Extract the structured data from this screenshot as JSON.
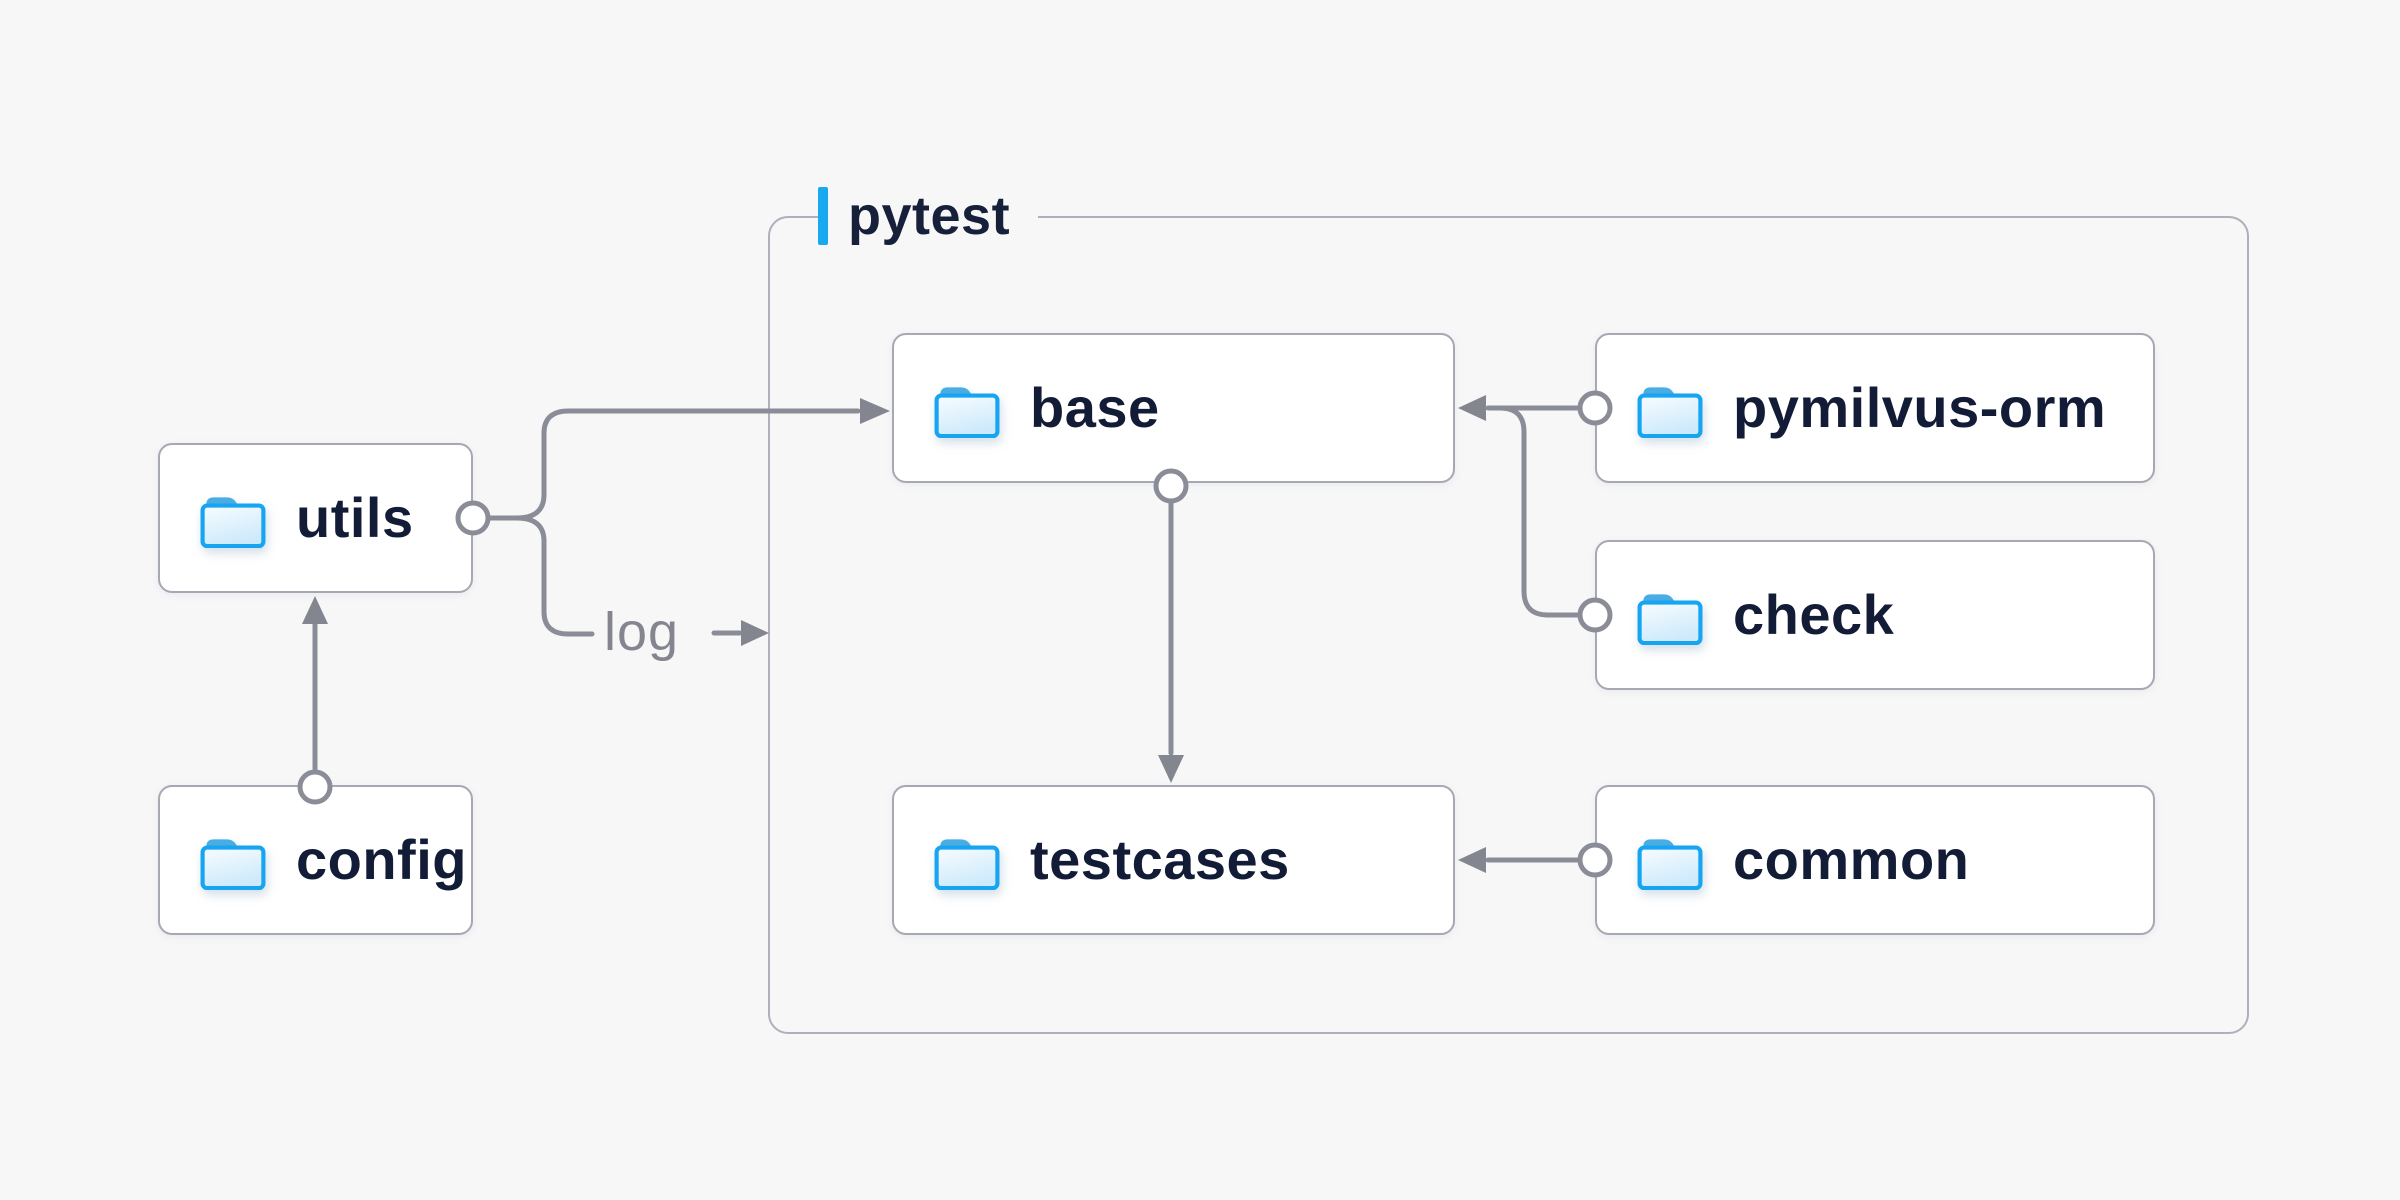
{
  "canvas": {
    "background": "#f7f7f8"
  },
  "container": {
    "label": "pytest",
    "accent_color": "#18a9f1",
    "border_color": "#aeb0ba"
  },
  "nodes": [
    {
      "id": "utils",
      "label": "utils"
    },
    {
      "id": "config",
      "label": "config"
    },
    {
      "id": "base",
      "label": "base"
    },
    {
      "id": "testcases",
      "label": "testcases"
    },
    {
      "id": "pymilvus-orm",
      "label": "pymilvus-orm"
    },
    {
      "id": "check",
      "label": "check"
    },
    {
      "id": "common",
      "label": "common"
    }
  ],
  "edges": [
    {
      "from": "config",
      "to": "utils",
      "label": ""
    },
    {
      "from": "utils",
      "to": "base",
      "label": ""
    },
    {
      "from": "utils",
      "to": "pytest",
      "label": "log"
    },
    {
      "from": "base",
      "to": "testcases",
      "label": ""
    },
    {
      "from": "pymilvus-orm",
      "to": "base",
      "label": ""
    },
    {
      "from": "check",
      "to": "base",
      "label": ""
    },
    {
      "from": "common",
      "to": "testcases",
      "label": ""
    }
  ],
  "icons": {
    "node_icon": "folder-icon"
  },
  "colors": {
    "background": "#f7f7f8",
    "node_fill": "#ffffff",
    "node_border": "#a6a8b3",
    "node_text": "#131c36",
    "wire": "#8a8c97",
    "arrowhead": "#84868f",
    "edge_label_text": "#84858f",
    "accent_blue": "#18a9f1",
    "folder_stroke": "#17a4f1",
    "folder_tab": "#49ade3",
    "folder_fill_top": "#f8fcff",
    "folder_fill_bottom": "#cdeafb"
  }
}
